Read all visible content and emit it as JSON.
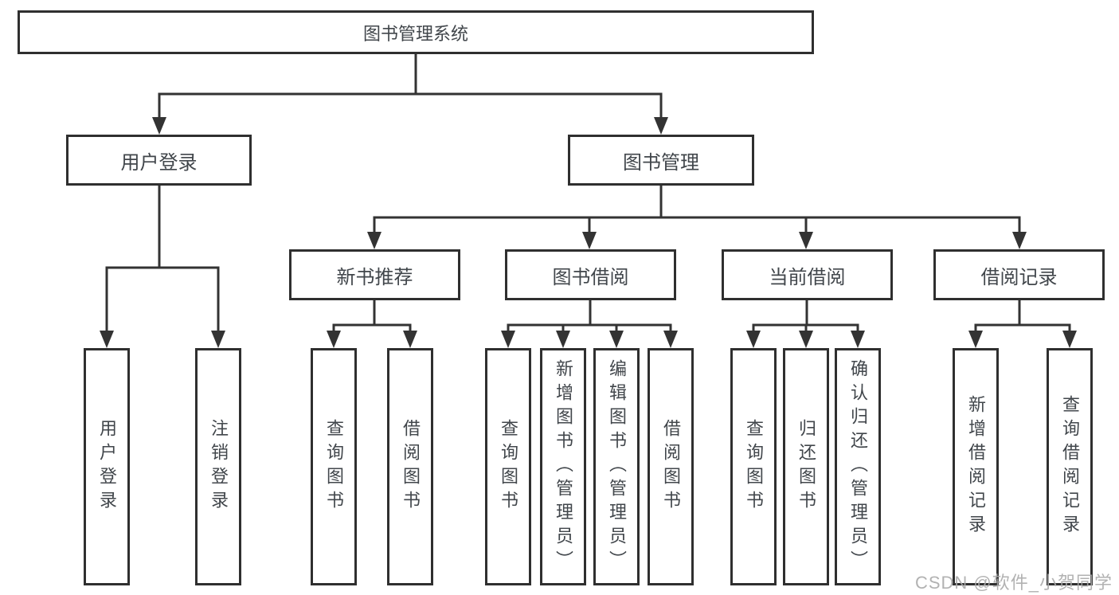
{
  "tree": {
    "label": "图书管理系统",
    "children": [
      {
        "label": "用户登录",
        "children": [
          {
            "label": "用户登录"
          },
          {
            "label": "注销登录"
          }
        ]
      },
      {
        "label": "图书管理",
        "children": [
          {
            "label": "新书推荐",
            "children": [
              {
                "label": "查询图书"
              },
              {
                "label": "借阅图书"
              }
            ]
          },
          {
            "label": "图书借阅",
            "children": [
              {
                "label": "查询图书"
              },
              {
                "label": "新增图书（管理员）"
              },
              {
                "label": "编辑图书（管理员）"
              },
              {
                "label": "借阅图书"
              }
            ]
          },
          {
            "label": "当前借阅",
            "children": [
              {
                "label": "查询图书"
              },
              {
                "label": "归还图书"
              },
              {
                "label": "确认归还（管理员）"
              }
            ]
          },
          {
            "label": "借阅记录",
            "children": [
              {
                "label": "新增借阅记录"
              },
              {
                "label": "查询借阅记录"
              }
            ]
          }
        ]
      }
    ]
  },
  "watermark": {
    "text": "CSDN @软件_小贺同学"
  },
  "colors": {
    "line": "#333333",
    "box_border": "#2f2f2f",
    "text": "#41464b",
    "watermark": "#aaaaaa",
    "background": "#ffffff"
  }
}
